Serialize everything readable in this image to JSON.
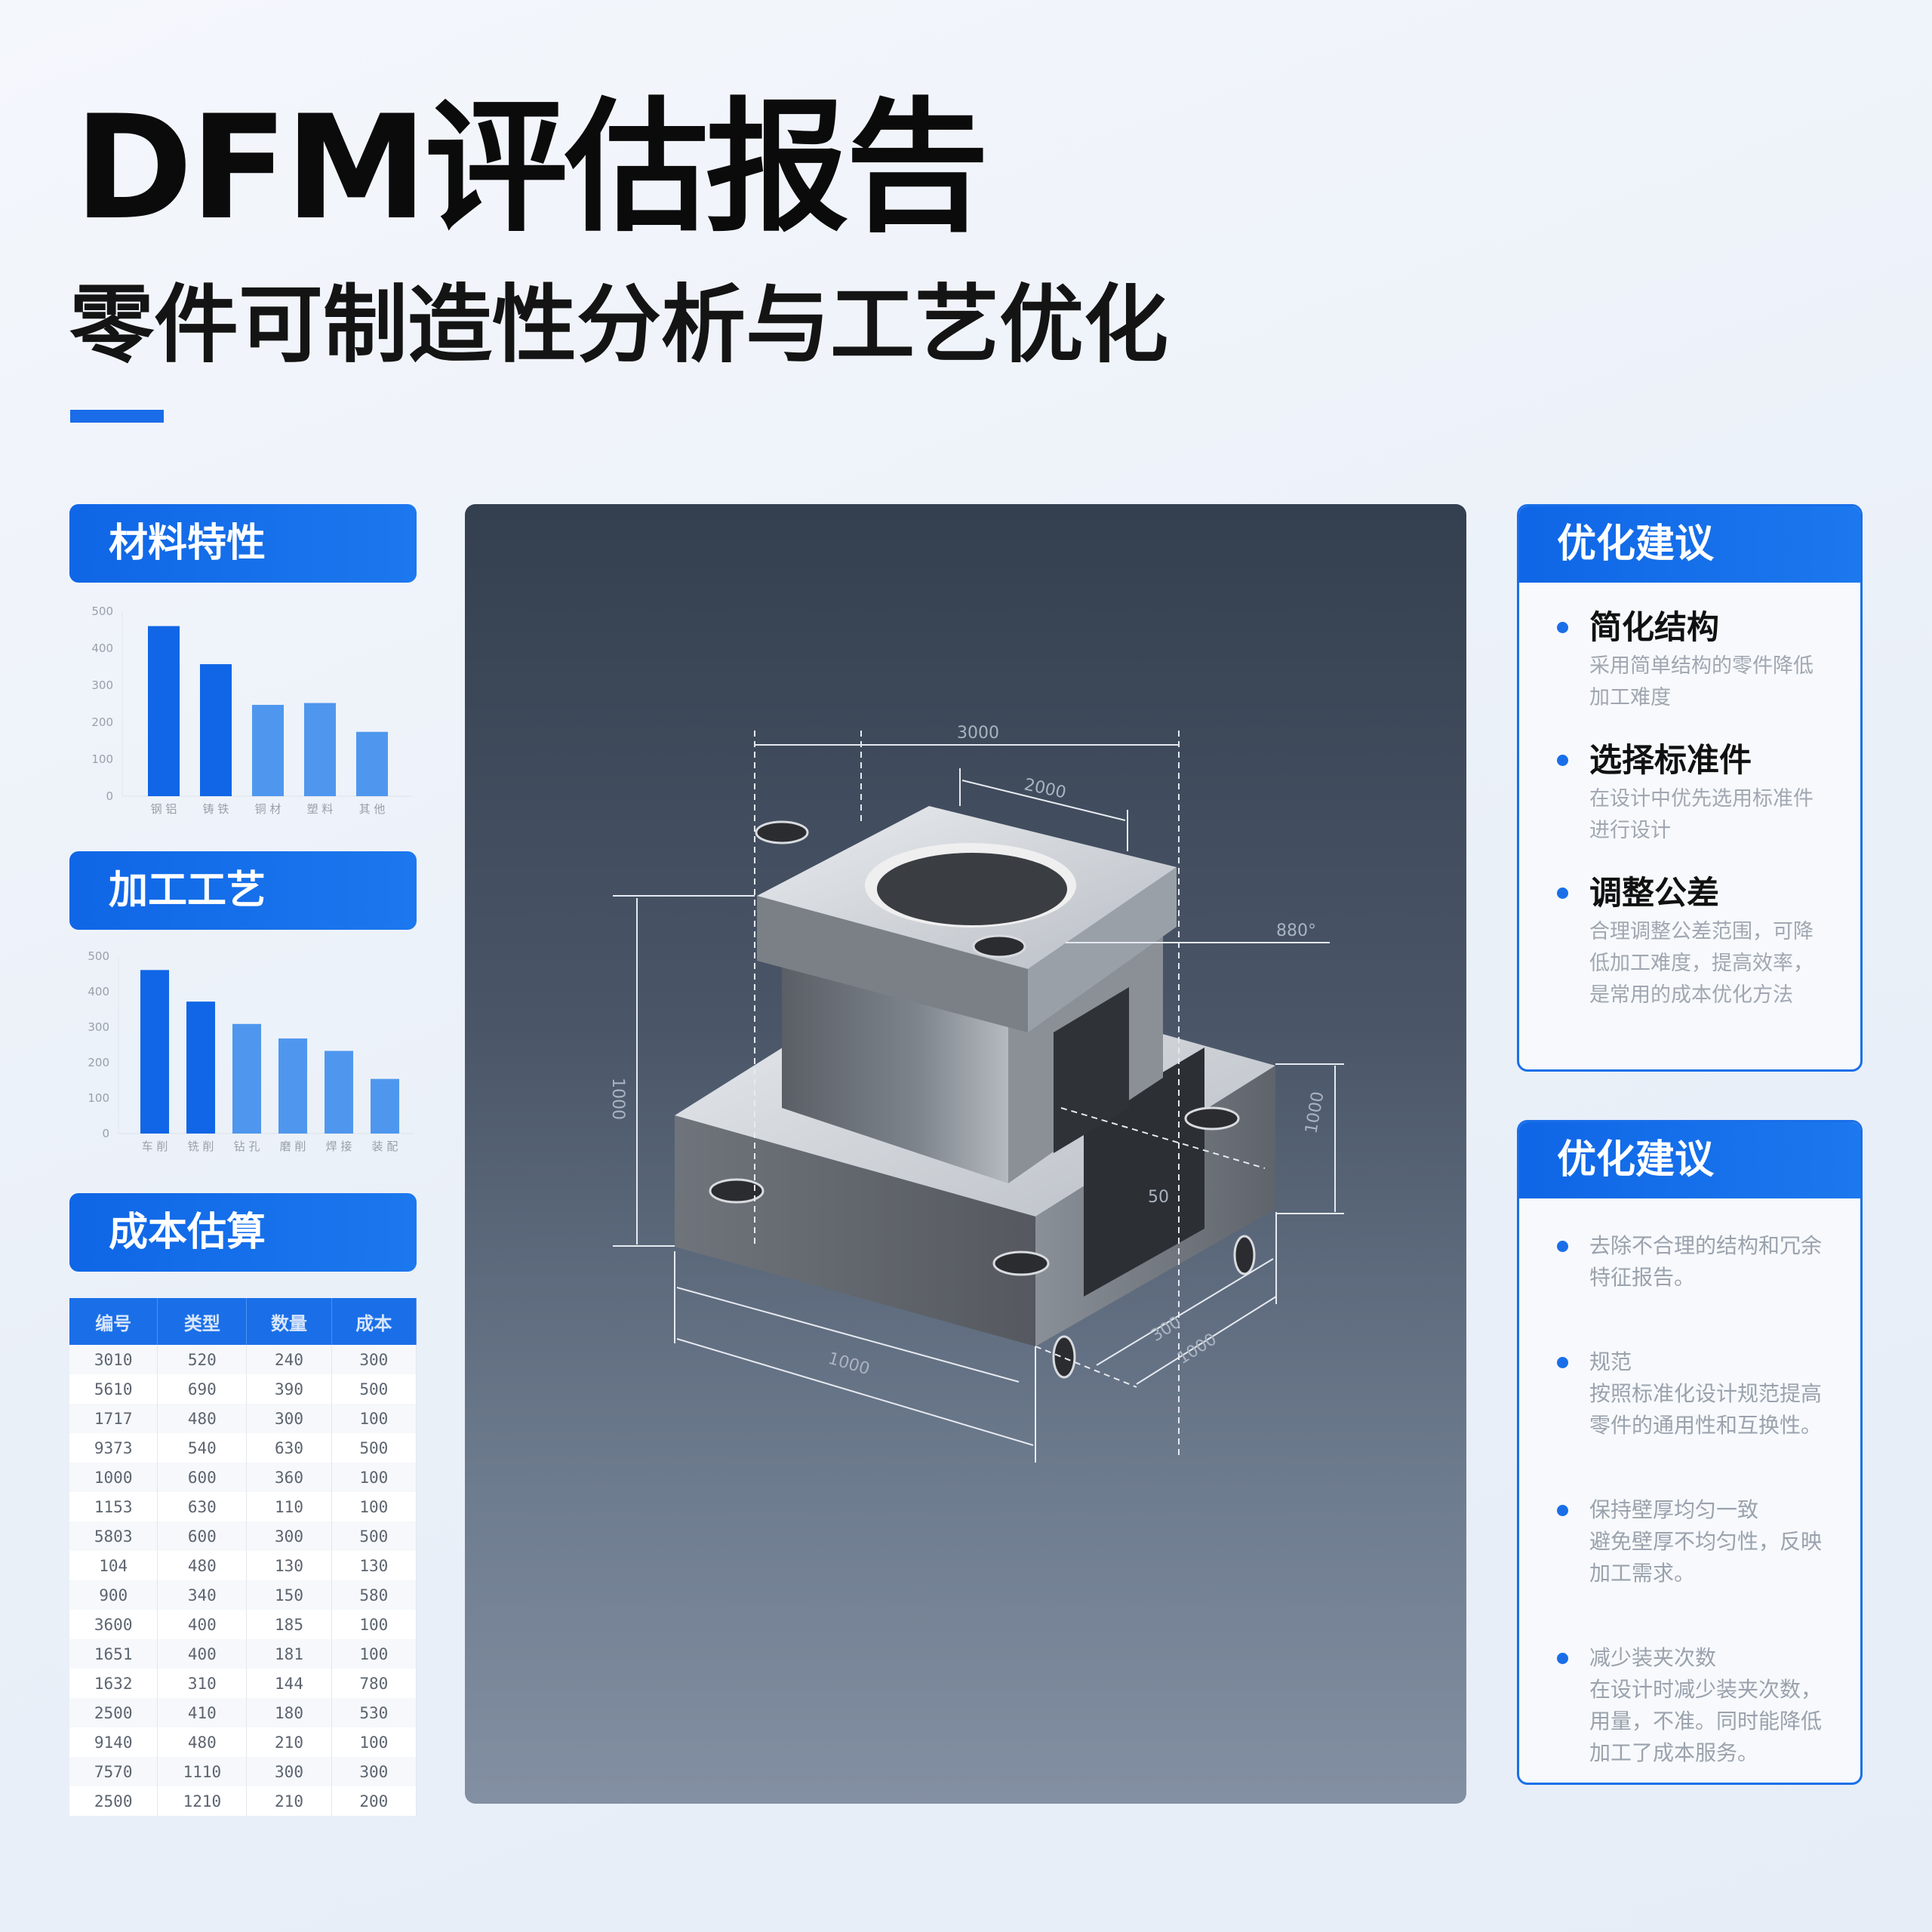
{
  "header": {
    "title": "DFM评估报告",
    "subtitle": "零件可制造性分析与工艺优化"
  },
  "colors": {
    "accent": "#1a6fe8",
    "bar_dark": "#1066e6",
    "bar_light": "#4f97ee",
    "panel_top": "#343f4f",
    "panel_bottom": "#838fa2"
  },
  "sections": {
    "materials": "材料特性",
    "process": "加工工艺",
    "cost": "成本估算"
  },
  "chart_data": [
    {
      "type": "bar",
      "title": "",
      "categories": [
        "钢 铝",
        "铸 铁",
        "铜 材",
        "塑 料",
        "其 他"
      ],
      "values": [
        460,
        357,
        247,
        252,
        174
      ],
      "yticks": [
        0,
        100,
        200,
        300,
        400,
        500
      ],
      "ylim": [
        0,
        500
      ],
      "grid": false
    },
    {
      "type": "bar",
      "title": "",
      "categories": [
        "车 削",
        "铣 削",
        "钻 孔",
        "磨 削",
        "焊 接",
        "装 配"
      ],
      "values": [
        461,
        372,
        309,
        268,
        233,
        154
      ],
      "yticks": [
        0,
        100,
        200,
        300,
        400,
        500
      ],
      "ylim": [
        0,
        500
      ],
      "grid": false
    }
  ],
  "cost_table": {
    "headers": [
      "编号",
      "类型",
      "数量",
      "成本"
    ],
    "rows": [
      [
        "3010",
        "520",
        "240",
        "300"
      ],
      [
        "5610",
        "690",
        "390",
        "500"
      ],
      [
        "1717",
        "480",
        "300",
        "100"
      ],
      [
        "9373",
        "540",
        "630",
        "500"
      ],
      [
        "1000",
        "600",
        "360",
        "100"
      ],
      [
        "1153",
        "630",
        "110",
        "100"
      ],
      [
        "5803",
        "600",
        "300",
        "500"
      ],
      [
        "104",
        "480",
        "130",
        "130"
      ],
      [
        "900",
        "340",
        "150",
        "580"
      ],
      [
        "3600",
        "400",
        "185",
        "100"
      ],
      [
        "1651",
        "400",
        "181",
        "100"
      ],
      [
        "1632",
        "310",
        "144",
        "780"
      ],
      [
        "2500",
        "410",
        "180",
        "530"
      ],
      [
        "9140",
        "480",
        "210",
        "100"
      ],
      [
        "7570",
        "1110",
        "300",
        "300"
      ],
      [
        "2500",
        "1210",
        "210",
        "200"
      ]
    ]
  },
  "drawing": {
    "dims": [
      "3000",
      "2000",
      "1000",
      "880°",
      "1000",
      "1000",
      "300",
      "1000",
      "50"
    ]
  },
  "suggestions_1": {
    "title": "优化建议",
    "items": [
      {
        "heading": "简化结构",
        "text": "采用简单结构的零件降低加工难度"
      },
      {
        "heading": "选择标准件",
        "text": "在设计中优先选用标准件进行设计"
      },
      {
        "heading": "调整公差",
        "text": "合理调整公差范围，可降低加工难度，提高效率，是常用的成本优化方法"
      }
    ]
  },
  "suggestions_2": {
    "title": "优化建议",
    "items": [
      {
        "heading": "",
        "text": "去除不合理的结构和冗余特征报告。"
      },
      {
        "heading": "规范",
        "text": "按照标准化设计规范提高零件的通用性和互换性。"
      },
      {
        "heading": "保持壁厚均匀一致",
        "text": "避免壁厚不均匀性，反映加工需求。"
      },
      {
        "heading": "减少装夹次数",
        "text": "在设计时减少装夹次数，用量，不准。同时能降低加工了成本服务。"
      }
    ]
  }
}
